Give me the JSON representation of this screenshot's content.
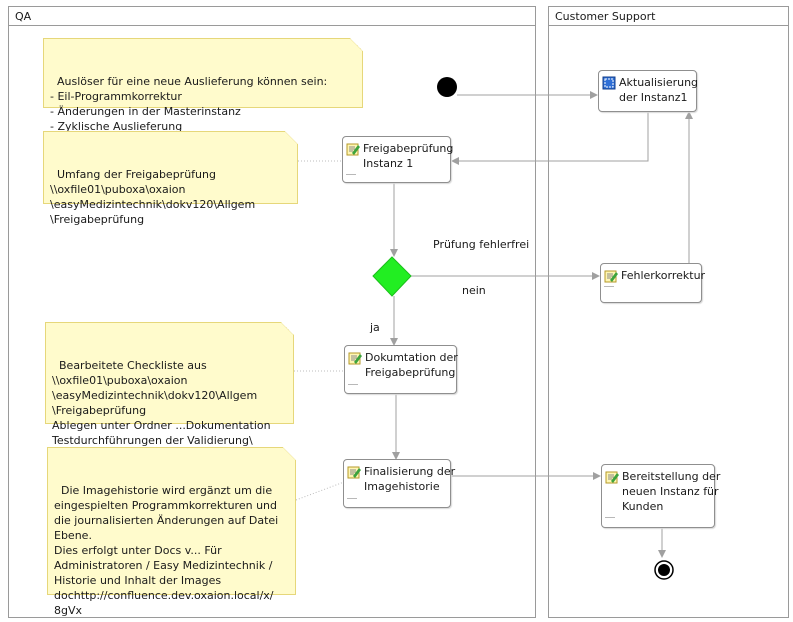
{
  "lanes": {
    "qa": "QA",
    "support": "Customer Support"
  },
  "notes": {
    "trigger": "Auslöser für eine neue Auslieferung können sein:\n- Eil-Programmkorrektur\n- Änderungen in der Masterinstanz\n- Zyklische Auslieferung",
    "scope": "Umfang der Freigabeprüfung\n\\\\oxfile01\\puboxa\\oxaion\n\\easyMedizintechnik\\dokv120\\Allgem\n\\Freigabeprüfung",
    "checklist": "Bearbeitete Checkliste aus\n\\\\oxfile01\\puboxa\\oxaion\n\\easyMedizintechnik\\dokv120\\Allgem\n\\Freigabeprüfung\nAblegen unter Ordner ...Dokumentation\nTestdurchführungen der Validierung\\",
    "imagehistory": "Die Imagehistorie wird ergänzt um die\neingespielten Programmkorrekturen und\ndie journalisierten Änderungen auf Datei\nEbene.\nDies erfolgt unter Docs v... Für\nAdministratoren / Easy Medizintechnik /\nHistorie und Inhalt der Images\ndochttp://confluence.dev.oxaion.local/x/\n8gVx"
  },
  "activities": {
    "update_instance": "Aktualisierung\nder Instanz1",
    "release_check": "Freigabeprüfung\nInstanz 1",
    "error_fix": "Fehlerkorrektur",
    "documentation": "Dokumtation der\nFreigabeprüfung",
    "finalize": "Finalisierung der\nImagehistorie",
    "provide": "Bereitstellung der\nneuen Instanz für\nKunden"
  },
  "flow_labels": {
    "check_ok": "Prüfung fehlerfrei",
    "no": "nein",
    "yes": "ja"
  },
  "colors": {
    "decision": "#22ee22",
    "note_fill": "#fffbcc",
    "edge": "#a0a0a0"
  }
}
